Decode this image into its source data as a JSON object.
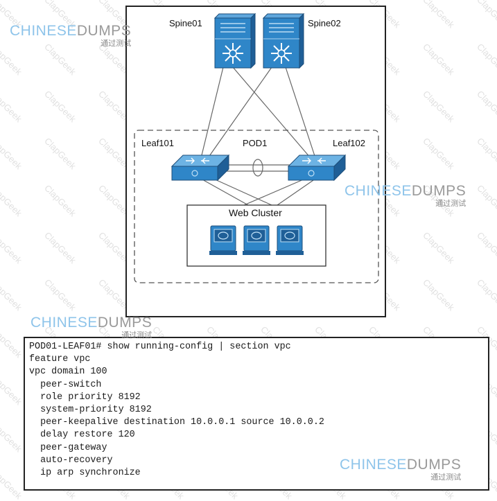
{
  "topology": {
    "spines": [
      "Spine01",
      "Spine02"
    ],
    "leaves": [
      "Leaf101",
      "Leaf102"
    ],
    "pod_label": "POD1",
    "cluster_label": "Web Cluster"
  },
  "config": {
    "lines": [
      "POD01-LEAF01# show running-config | section vpc",
      "feature vpc",
      "vpc domain 100",
      "  peer-switch",
      "  role priority 8192",
      "  system-priority 8192",
      "  peer-keepalive destination 10.0.0.1 source 10.0.0.2",
      "  delay restore 120",
      "  peer-gateway",
      "  auto-recovery",
      "  ip arp synchronize"
    ]
  },
  "watermarks": {
    "brand_a": "CHINESE",
    "brand_b": "DUMPS",
    "sub": "通过测试",
    "diagonal": "ClapGeek"
  },
  "colors": {
    "device_blue": "#2f86c8",
    "device_dark": "#1f5f97",
    "frame": "#222222"
  }
}
